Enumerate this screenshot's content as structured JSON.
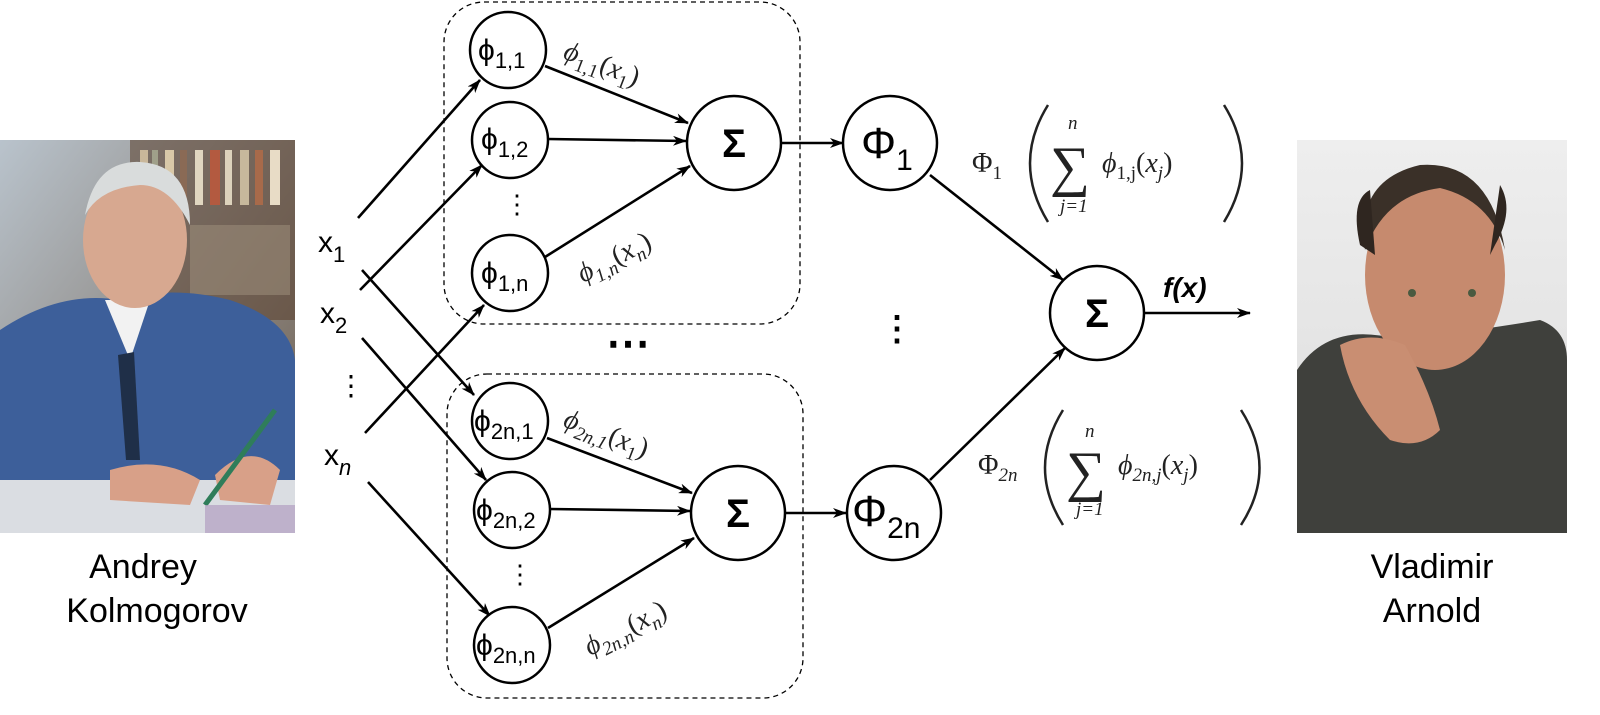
{
  "people": {
    "left": {
      "first": "Andrey",
      "last": "Kolmogorov",
      "photo": "photo of Andrey Kolmogorov writing at a desk"
    },
    "right": {
      "first": "Vladimir",
      "last": "Arnold",
      "photo": "portrait photo of Vladimir Arnold"
    }
  },
  "inputs": [
    {
      "base": "x",
      "sub": "1"
    },
    {
      "base": "x",
      "sub": "2"
    },
    {
      "base": "x",
      "sub": "n"
    }
  ],
  "inner_top": {
    "nodes": [
      {
        "base": "ϕ",
        "sub": "1,1"
      },
      {
        "base": "ϕ",
        "sub": "1,2"
      },
      {
        "base": "ϕ",
        "sub": "1,n"
      }
    ],
    "edge_labels": [
      {
        "base": "ϕ",
        "sub": "1,1",
        "arg": "x",
        "argsub": "1"
      },
      {
        "base": "ϕ",
        "sub": "1,n",
        "arg": "x",
        "argsub": "n"
      }
    ],
    "sum": "Σ"
  },
  "inner_bottom": {
    "nodes": [
      {
        "base": "ϕ",
        "sub": "2n,1"
      },
      {
        "base": "ϕ",
        "sub": "2n,2"
      },
      {
        "base": "ϕ",
        "sub": "2n,n"
      }
    ],
    "edge_labels": [
      {
        "base": "ϕ",
        "sub": "2n,1",
        "arg": "x",
        "argsub": "1"
      },
      {
        "base": "ϕ",
        "sub": "2n,n",
        "arg": "x",
        "argsub": "n"
      }
    ],
    "sum": "Σ"
  },
  "outer": {
    "nodes": [
      {
        "base": "Φ",
        "sub": "1"
      },
      {
        "base": "Φ",
        "sub": "2n"
      }
    ],
    "formulas": [
      {
        "outer": "Φ",
        "outer_sub": "1",
        "sum_upper": "n",
        "sum_lower": "j=1",
        "inner": "ϕ",
        "inner_sub": "1,j",
        "arg": "x",
        "argsub": "j"
      },
      {
        "outer": "Φ",
        "outer_sub": "2n",
        "sum_upper": "n",
        "sum_lower": "j=1",
        "inner": "ϕ",
        "inner_sub": "2n,j",
        "arg": "x",
        "argsub": "j"
      }
    ],
    "sum": "Σ"
  },
  "output_label": {
    "f": "f(",
    "x": "x",
    "close": ")"
  },
  "ellipses": {
    "vertical": "⋮",
    "horizontal": "⋯"
  }
}
